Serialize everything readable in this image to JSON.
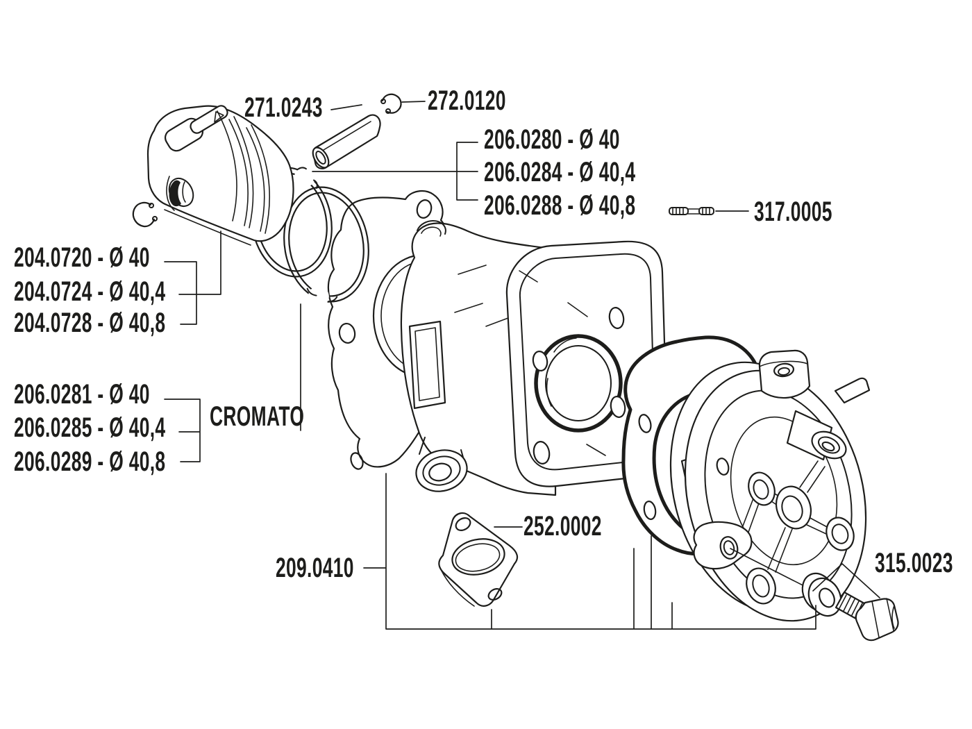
{
  "colors": {
    "line": "#1d1d1b",
    "background": "#ffffff",
    "text": "#1d1d1b"
  },
  "parts": {
    "piston_pin_label": "271.0243",
    "circlip_label": "272.0120",
    "ring_options": [
      "206.0280 - Ø 40",
      "206.0284 - Ø 40,4",
      "206.0288 - Ø 40,8"
    ],
    "stud_label": "317.0005",
    "piston_options": [
      "204.0720 - Ø 40",
      "204.0724 - Ø 40,4",
      "204.0728 - Ø 40,8"
    ],
    "chrome_ring_options": [
      "206.0281 - Ø 40",
      "206.0285 - Ø 40,4",
      "206.0289 - Ø 40,8"
    ],
    "chrome_note": "CROMATO",
    "exhaust_gasket_label": "252.0002",
    "gasket_set_label": "209.0410",
    "head_plug_label": "315.0023"
  }
}
